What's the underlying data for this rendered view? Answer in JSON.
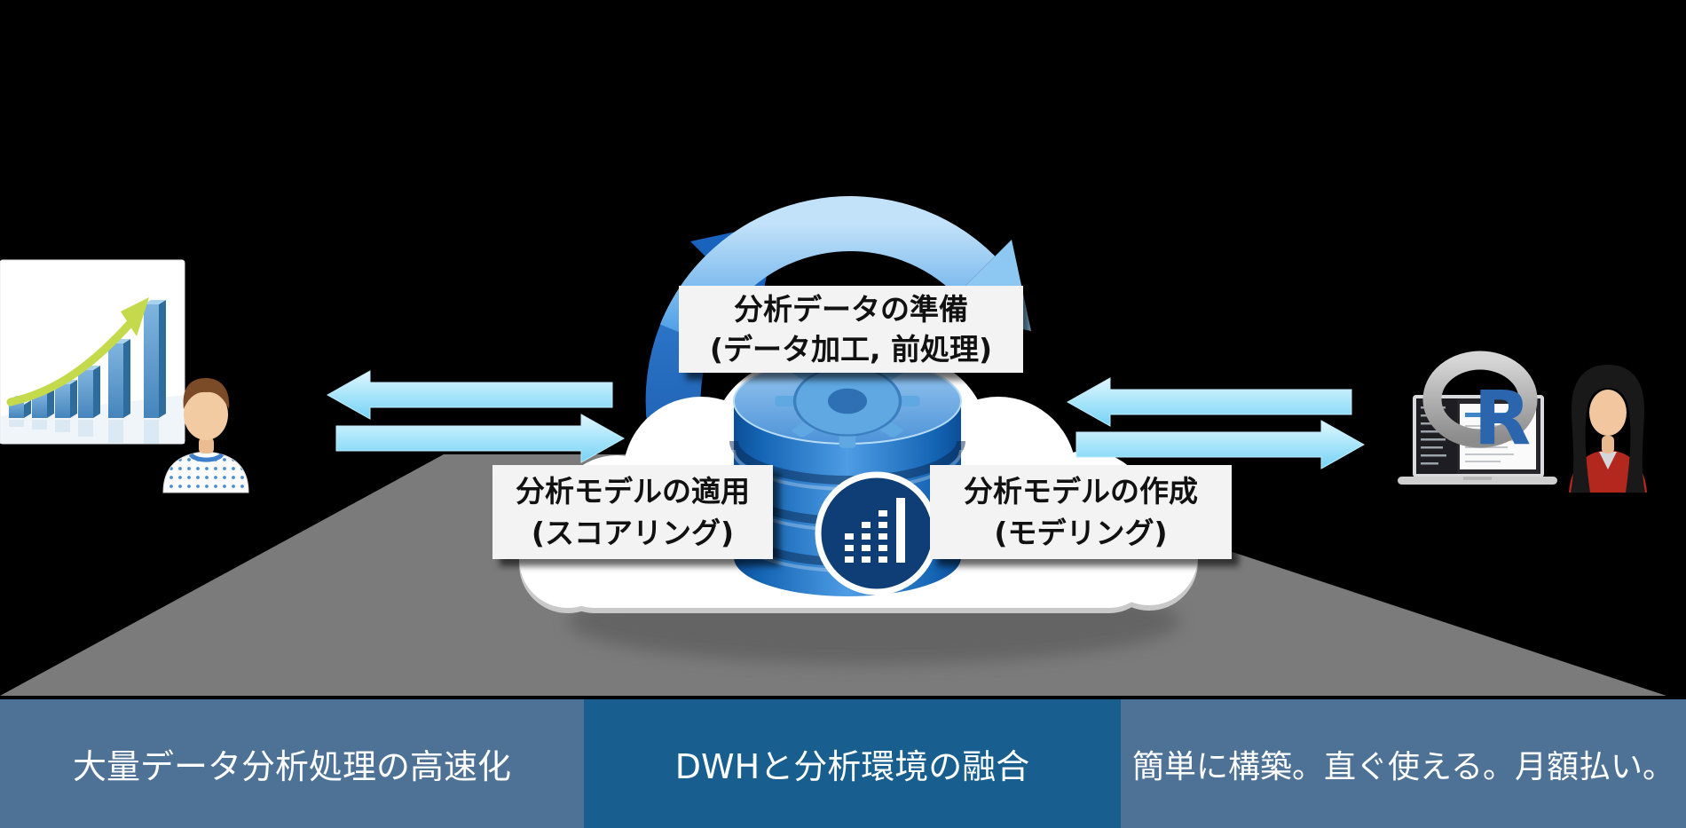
{
  "diagram": {
    "top_label": {
      "line1": "分析データの準備",
      "line2": "(データ加工, 前処理)"
    },
    "left_label": {
      "line1": "分析モデルの適用",
      "line2": "(スコアリング)"
    },
    "right_label": {
      "line1": "分析モデルの作成",
      "line2": "(モデリング)"
    },
    "r_logo_letter": "R"
  },
  "bottom_banner": {
    "items": [
      {
        "label": "大量データ分析処理の高速化",
        "bg": "#4e7296"
      },
      {
        "label": "DWHと分析環境の融合",
        "bg": "#185e8e"
      },
      {
        "label": "簡単に構築。直ぐ使える。月額払い。",
        "bg": "#4e7296"
      }
    ],
    "text_color": "#ffffff"
  },
  "colors": {
    "background": "#000000",
    "ground_gray": "#7b7b7b",
    "cycle_light_blue": "#5aa7e9",
    "cycle_dark_blue": "#1a63bd",
    "flow_arrow_blue": "#8edcf8",
    "label_box_bg": "#f3f3f3",
    "label_text": "#111111",
    "database_blue": "#2277cc",
    "badge_navy": "#0e3e75",
    "r_logo_blue": "#2a65ae",
    "jacket_red": "#b3281e",
    "banner_steel_blue": "#4e7296",
    "banner_dark_blue": "#185e8e"
  },
  "icons": {
    "left_chart": "growth-bar-chart-icon",
    "left_person": "male-analyst-icon",
    "cycle": "cycle-arrows-icon",
    "cloud": "cloud-icon",
    "database": "database-cylinder-icon",
    "gear": "gear-icon",
    "badge": "bar-chart-badge-icon",
    "laptop": "laptop-icon",
    "r_logo": "r-language-logo-icon",
    "right_person": "female-analyst-icon"
  }
}
